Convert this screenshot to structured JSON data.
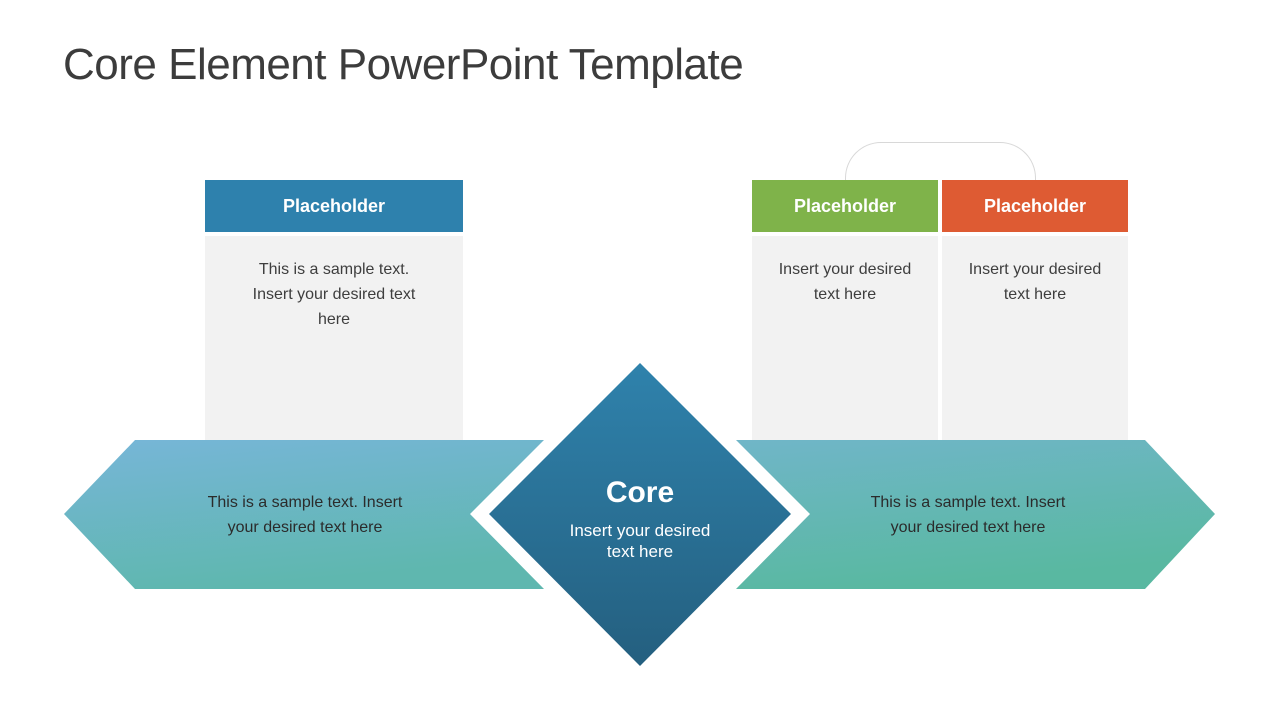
{
  "title": "Core Element PowerPoint Template",
  "cards": {
    "left": {
      "header": "Placeholder",
      "body_lines": [
        "This is a sample text.",
        "Insert your desired text",
        "here"
      ]
    },
    "right": [
      {
        "header": "Placeholder",
        "body_lines": [
          "Insert your desired",
          "text here"
        ]
      },
      {
        "header": "Placeholder",
        "body_lines": [
          "Insert your desired",
          "text here"
        ]
      }
    ]
  },
  "band": {
    "left_arrow_lines": [
      "This is a sample text. Insert",
      "your desired text here"
    ],
    "right_arrow_lines": [
      "This is a sample text. Insert",
      "your desired text here"
    ]
  },
  "core": {
    "title": "Core",
    "subtitle_lines": [
      "Insert your desired",
      "text here"
    ]
  },
  "colors": {
    "header_blue": "#2E81AD",
    "header_green": "#7FB34A",
    "header_orange": "#DE5B33",
    "card_body_bg": "#F2F2F2",
    "diamond_top": "#2F82AC",
    "diamond_bottom": "#245F7F",
    "arrow_left_start": "#77B6D8",
    "arrow_left_end": "#5FB7AF",
    "arrow_right_start": "#70B6C8",
    "arrow_right_end": "#59B8A1",
    "connector_line": "#D8D8D8",
    "title_text": "#3C3C3C"
  }
}
